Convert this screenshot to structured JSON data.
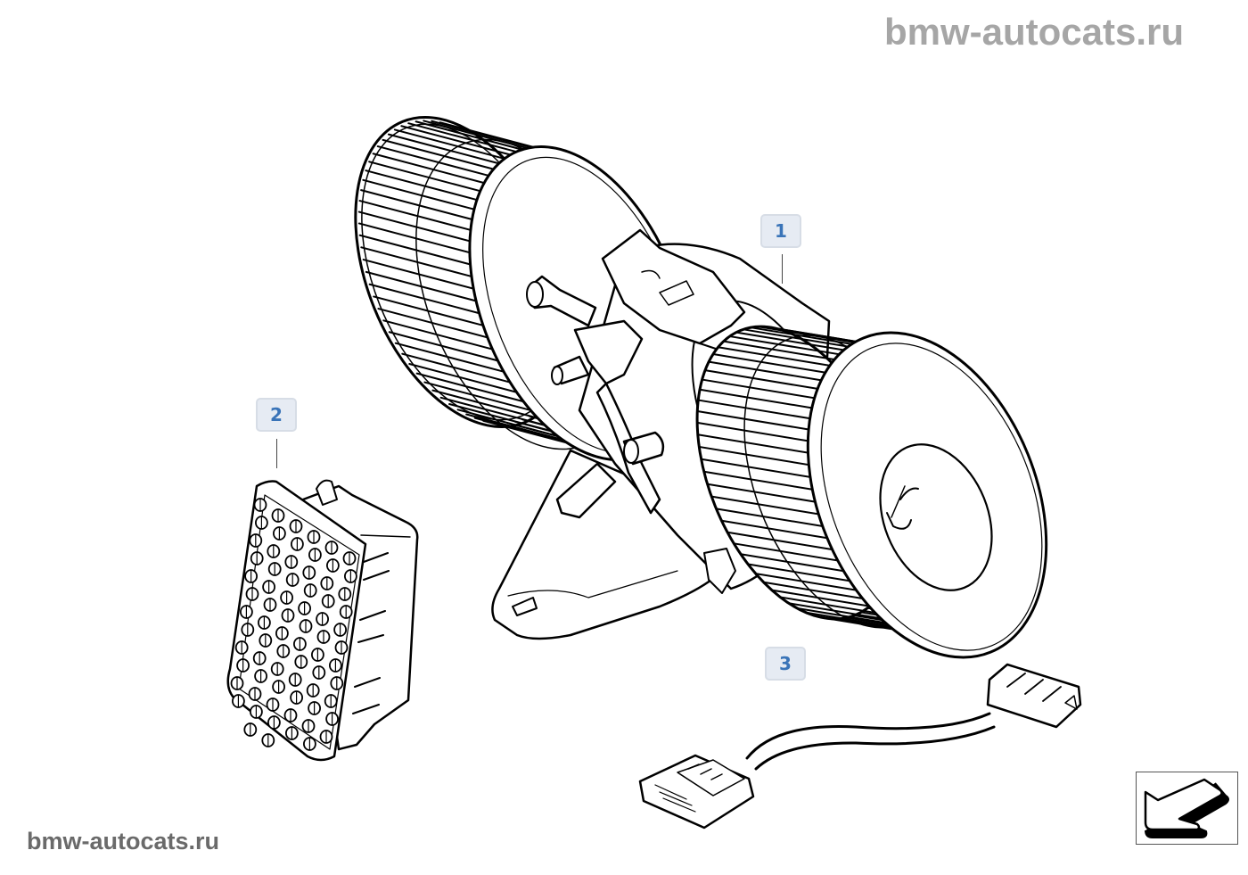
{
  "watermarks": {
    "top": "bmw-autocats.ru",
    "bottom": "bmw-autocats.ru"
  },
  "callouts": [
    {
      "number": "1",
      "part": "blower-motor"
    },
    {
      "number": "2",
      "part": "blower-resistor-module"
    },
    {
      "number": "3",
      "part": "wiring-harness-adapter"
    }
  ],
  "navigation": {
    "icon": "back-arrow-icon"
  },
  "colors": {
    "callout_bg": "#e6ebf3",
    "callout_border": "#d7dde6",
    "callout_text": "#3a74b8",
    "watermark_top": "#a6a6a6",
    "watermark_bottom": "#6a6a6a",
    "line": "#000000"
  }
}
